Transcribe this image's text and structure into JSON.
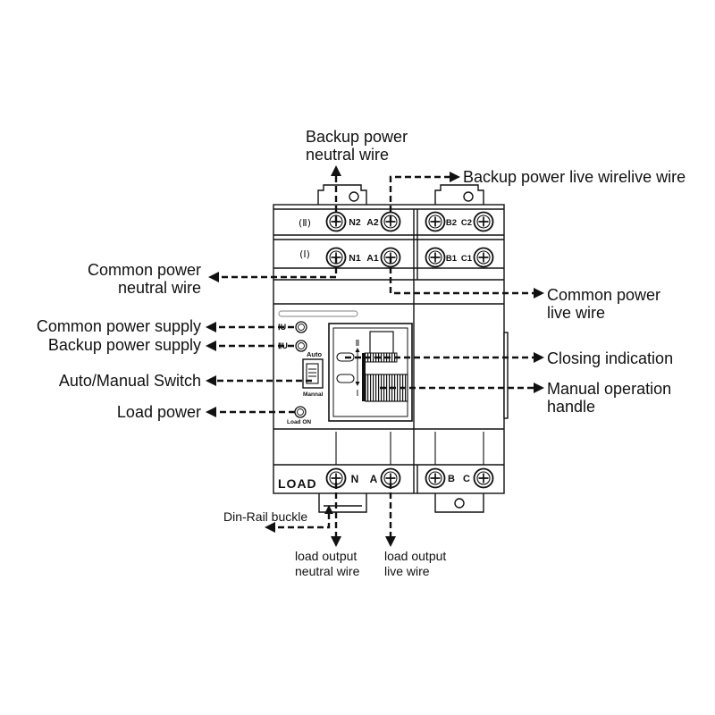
{
  "callouts": {
    "backup_neutral": {
      "line1": "Backup power",
      "line2": "neutral wire"
    },
    "backup_live": "Backup power live wirelive wire",
    "common_neutral": {
      "line1": "Common power",
      "line2": "neutral wire"
    },
    "common_live": {
      "line1": "Common power",
      "line2": "live wire"
    },
    "common_supply": "Common power supply",
    "backup_supply": "Backup power supply",
    "auto_manual_switch": "Auto/Manual Switch",
    "load_power": "Load power",
    "closing_indication": "Closing indication",
    "manual_handle": {
      "line1": "Manual operation",
      "line2": "handle"
    },
    "din_rail_buckle": "Din-Rail buckle",
    "load_neutral": {
      "line1": "load output",
      "line2": "neutral wire"
    },
    "load_live": {
      "line1": "load output",
      "line2": "live wire"
    }
  },
  "device": {
    "backup_row": {
      "label": "(Ⅱ)",
      "terminals": [
        "N2",
        "A2",
        "B2",
        "C2"
      ]
    },
    "common_row": {
      "label": "(Ⅰ)",
      "terminals": [
        "N1",
        "A1",
        "B1",
        "C1"
      ]
    },
    "load_row": {
      "label": "LOAD",
      "terminals": [
        "N",
        "A",
        "B",
        "C"
      ]
    },
    "indicators": {
      "common_supply": "ⅠU",
      "backup_supply": "ⅡU",
      "load_on": "Load ON"
    },
    "mode_switch": {
      "auto": "Auto",
      "manual": "Mannal"
    },
    "handle_positions": {
      "upper": "Ⅱ",
      "lower": "Ⅰ"
    }
  },
  "colors": {
    "line": "#111111",
    "background": "#ffffff"
  }
}
